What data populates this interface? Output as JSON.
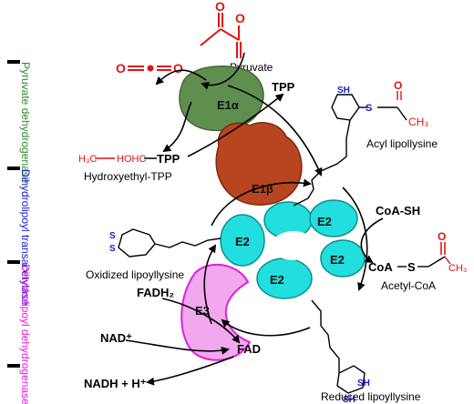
{
  "side_labels": {
    "pdh": "Pyruvate dehydrogenase",
    "dlat": "Dihydrolipoyl transacetylase",
    "dld": "Dihydrolipoyl dehydrogenase"
  },
  "colors": {
    "pdh": "#2e8b2e",
    "dlat": "#1a1acc",
    "dld": "#e020e0",
    "red": "#e01414",
    "e1a": "#5e8f4f",
    "e1b": "#b8451f",
    "e2": "#22dede",
    "e3": "#f2a8ec"
  },
  "enzymes": {
    "e1a": "E1α",
    "e1b": "E1β",
    "e2": "E2",
    "e3": "E3"
  },
  "molecules": {
    "pyruvate": "Pyruvate",
    "tpp": "TPP",
    "hydroxyethyl_tpp": "Hydroxyethyl-TPP",
    "h3c": "H₃C",
    "hohc": "HOHC",
    "acyl_lipoyllysine": "Acyl lipollysine",
    "coa_sh": "CoA-SH",
    "coa": "CoA",
    "s": "S",
    "ch3": "CH₃",
    "acetyl_coa": "Acetyl-CoA",
    "oxidized_lipoyllysine": "Oxidized lipoyllysine",
    "reduced_lipoyllysine": "Reduced lipoyllysine",
    "fadh2": "FADH₂",
    "fad": "FAD",
    "nad": "NAD⁺",
    "nadh": "NADH + H⁺",
    "sh": "SH",
    "o": "O"
  }
}
